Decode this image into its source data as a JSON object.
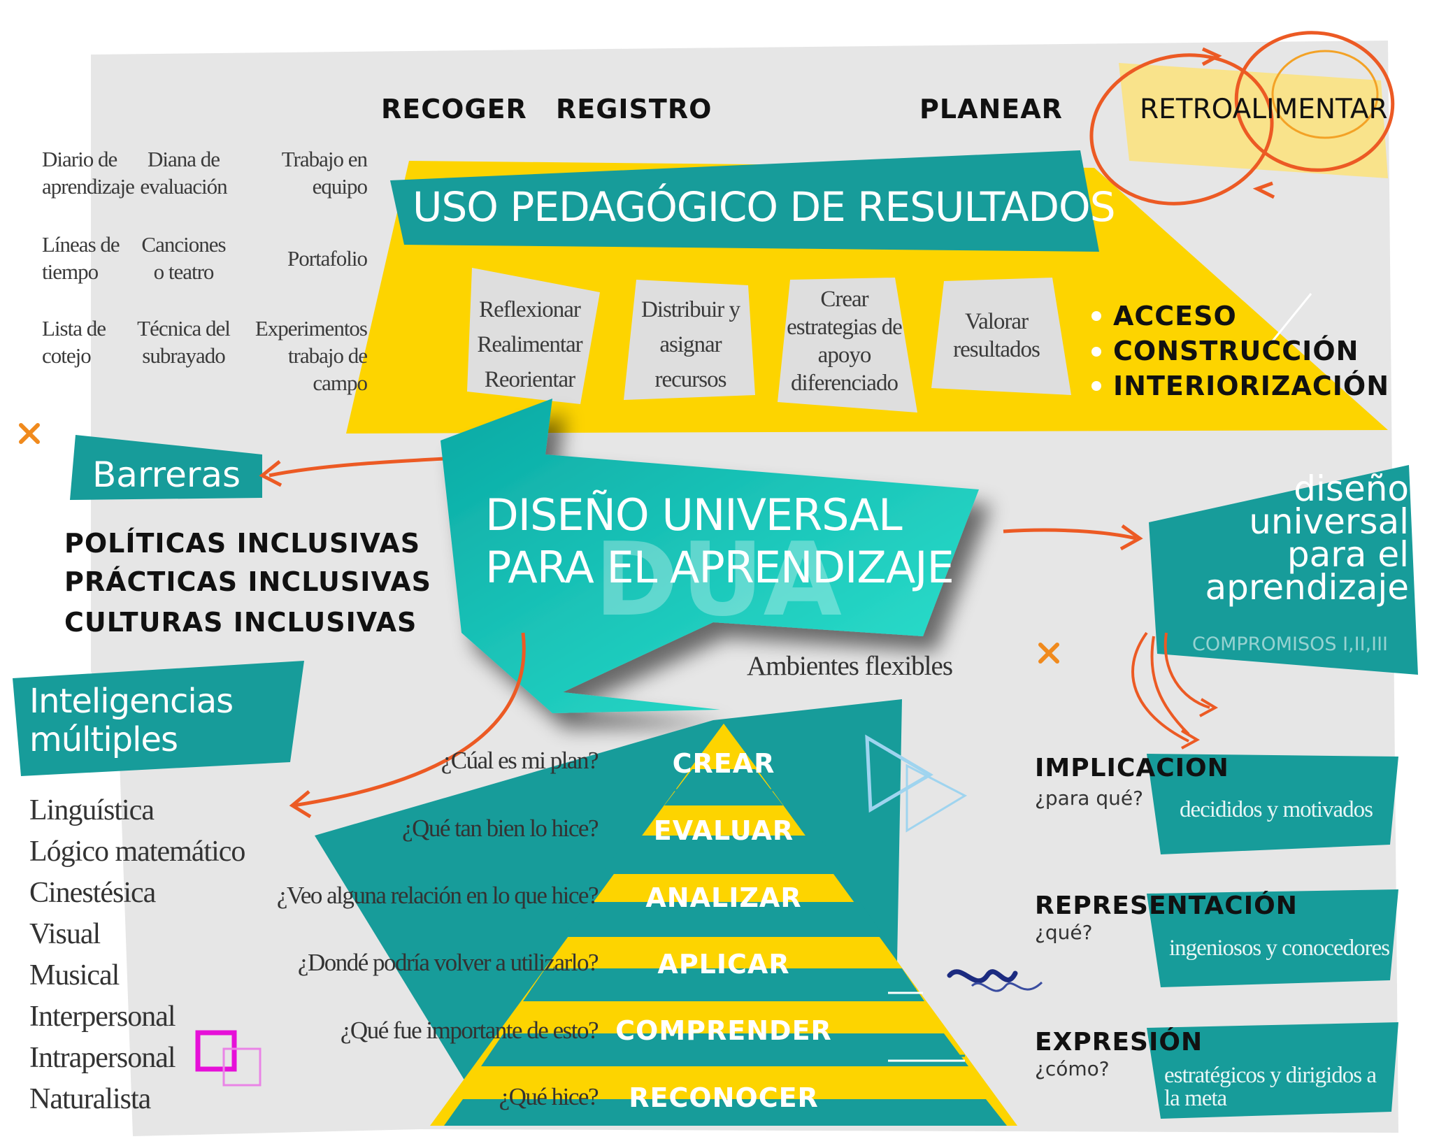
{
  "header": {
    "recoger": "RECOGER",
    "registro": "REGISTRO",
    "planear": "PLANEAR",
    "retroalimentar": "RETROALIMENTAR"
  },
  "instruments": [
    "Diario de aprendizaje",
    "Diana de evaluación",
    "Trabajo en equipo",
    "Líneas de tiempo",
    "Canciones o teatro",
    "Portafolio",
    "Lista de cotejo",
    "Técnica del subrayado",
    "Experimentos trabajo de campo"
  ],
  "uso": {
    "title": "USO PEDAGÓGICO DE RESULTADOS",
    "cards": [
      "Reflexionar Realimentar Reorientar",
      "Distribuir y asignar recursos",
      "Crear estrategias de apoyo diferenciado",
      "Valorar resultados"
    ],
    "bullets": [
      "ACCESO",
      "CONSTRUCCIÓN",
      "INTERIORIZACIÓN"
    ]
  },
  "barreras": {
    "label": "Barreras",
    "items": [
      "POLÍTICAS INCLUSIVAS",
      "PRÁCTICAS INCLUSIVAS",
      "CULTURAS INCLUSIVAS"
    ]
  },
  "dua": {
    "title_line1": "DISEÑO UNIVERSAL",
    "title_line2": "PARA EL APRENDIZAJE",
    "watermark": "DUA",
    "ambientes": "Ambientes flexibles"
  },
  "right_box": {
    "l1": "diseño",
    "l2": "universal",
    "l3": "para el",
    "l4": "aprendizaje",
    "compromisos": "COMPROMISOS I,II,III"
  },
  "inteligencias": {
    "title_l1": "Inteligencias",
    "title_l2": "múltiples",
    "items": [
      "Linguística",
      "Lógico matemático",
      "Cinestésica",
      "Visual",
      "Musical",
      "Interpersonal",
      "Intrapersonal",
      "Naturalista"
    ]
  },
  "pyramid": {
    "levels": [
      "CREAR",
      "EVALUAR",
      "ANALIZAR",
      "APLICAR",
      "COMPRENDER",
      "RECONOCER"
    ],
    "questions": [
      "¿Cúal es mi plan?",
      "¿Qué tan bien lo hice?",
      "¿Veo alguna relación en lo que hice?",
      "¿Dondé podría volver a utilizarlo?",
      "¿Qué fue importante de esto?",
      "¿Qué hice?"
    ]
  },
  "principles": [
    {
      "title": "IMPLICACION",
      "question": "¿para qué?",
      "desc": "decididos y motivados"
    },
    {
      "title": "REPRESENTACIÓN",
      "question": "¿qué?",
      "desc": "ingeniosos y conocedores"
    },
    {
      "title": "EXPRESIÓN",
      "question": "¿cómo?",
      "desc": "estratégicos y dirigidos a la meta"
    }
  ],
  "colors": {
    "teal": "#179c9a",
    "yellow": "#fdd400",
    "orange": "#ec5a24",
    "gray": "#e6e6e6"
  }
}
